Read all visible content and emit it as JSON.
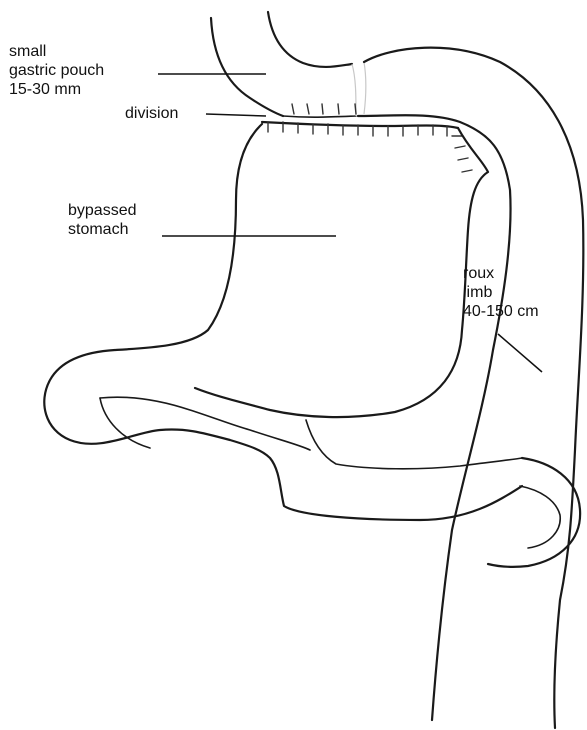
{
  "labels": {
    "pouch": [
      "small",
      "gastric pouch",
      "15-30 mm"
    ],
    "division": "division",
    "stomach": [
      "bypassed",
      "stomach"
    ],
    "roux": [
      "roux",
      "limb",
      "40-150 cm"
    ]
  },
  "colors": {
    "ink": "#1a1a1a",
    "background": "#ffffff"
  }
}
